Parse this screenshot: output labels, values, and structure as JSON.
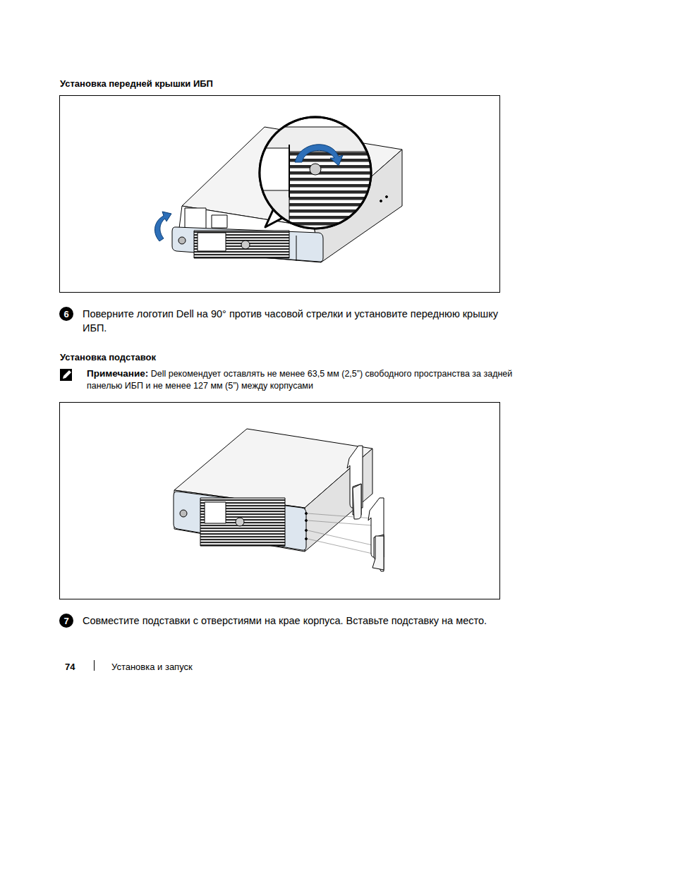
{
  "diagram": {
    "nodes": [
      {
        "text": [
          "6"
        ]
      },
      {
        "text": [
          "7"
        ]
      }
    ],
    "labels": [
      "Установка передней крышки ИБП",
      "Поверните логотип Dell на 90° против часовой стрелки и установите переднюю крышку ИБП.",
      "Установка подставок",
      "Примечание:",
      "Dell рекомендует оставлять не менее 63,5 мм (2,5”) свободного пространства за задней панелью ИБП и не менее 127 мм (5”) между корпусами",
      "Совместите подставки с отверстиями на крае корпуса. Вставьте подставку на место.",
      "74",
      "Установка и запуск"
    ]
  }
}
